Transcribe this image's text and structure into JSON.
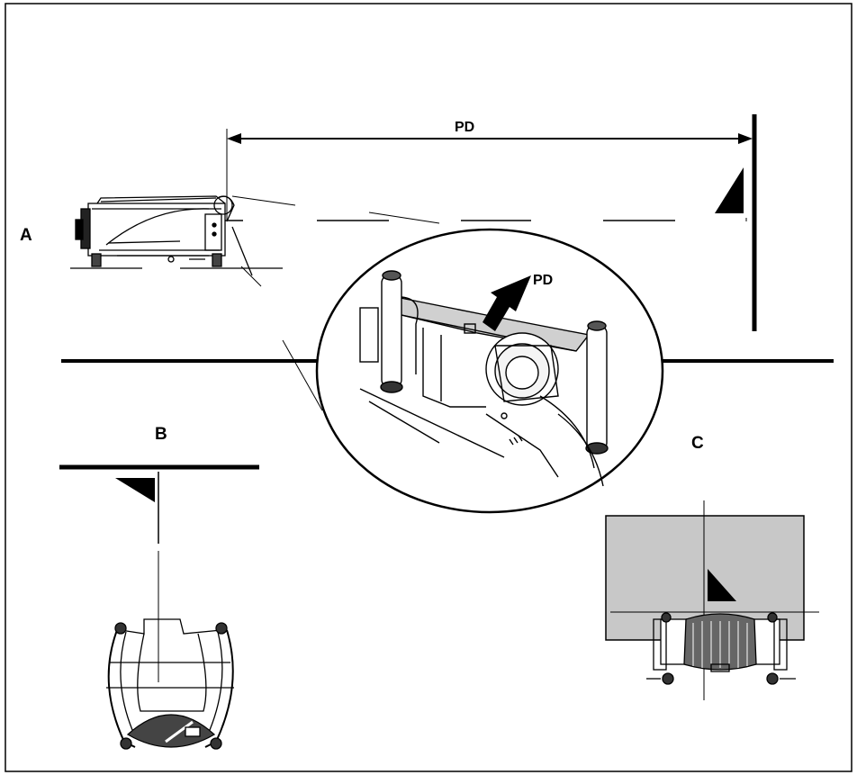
{
  "labels": {
    "view_a": "A",
    "view_b": "B",
    "view_c": "C",
    "pd_dimension": "PD",
    "pd_callout": "PD"
  },
  "colors": {
    "ink": "#000000",
    "paper": "#ffffff",
    "shade": "#c8c8c8"
  }
}
